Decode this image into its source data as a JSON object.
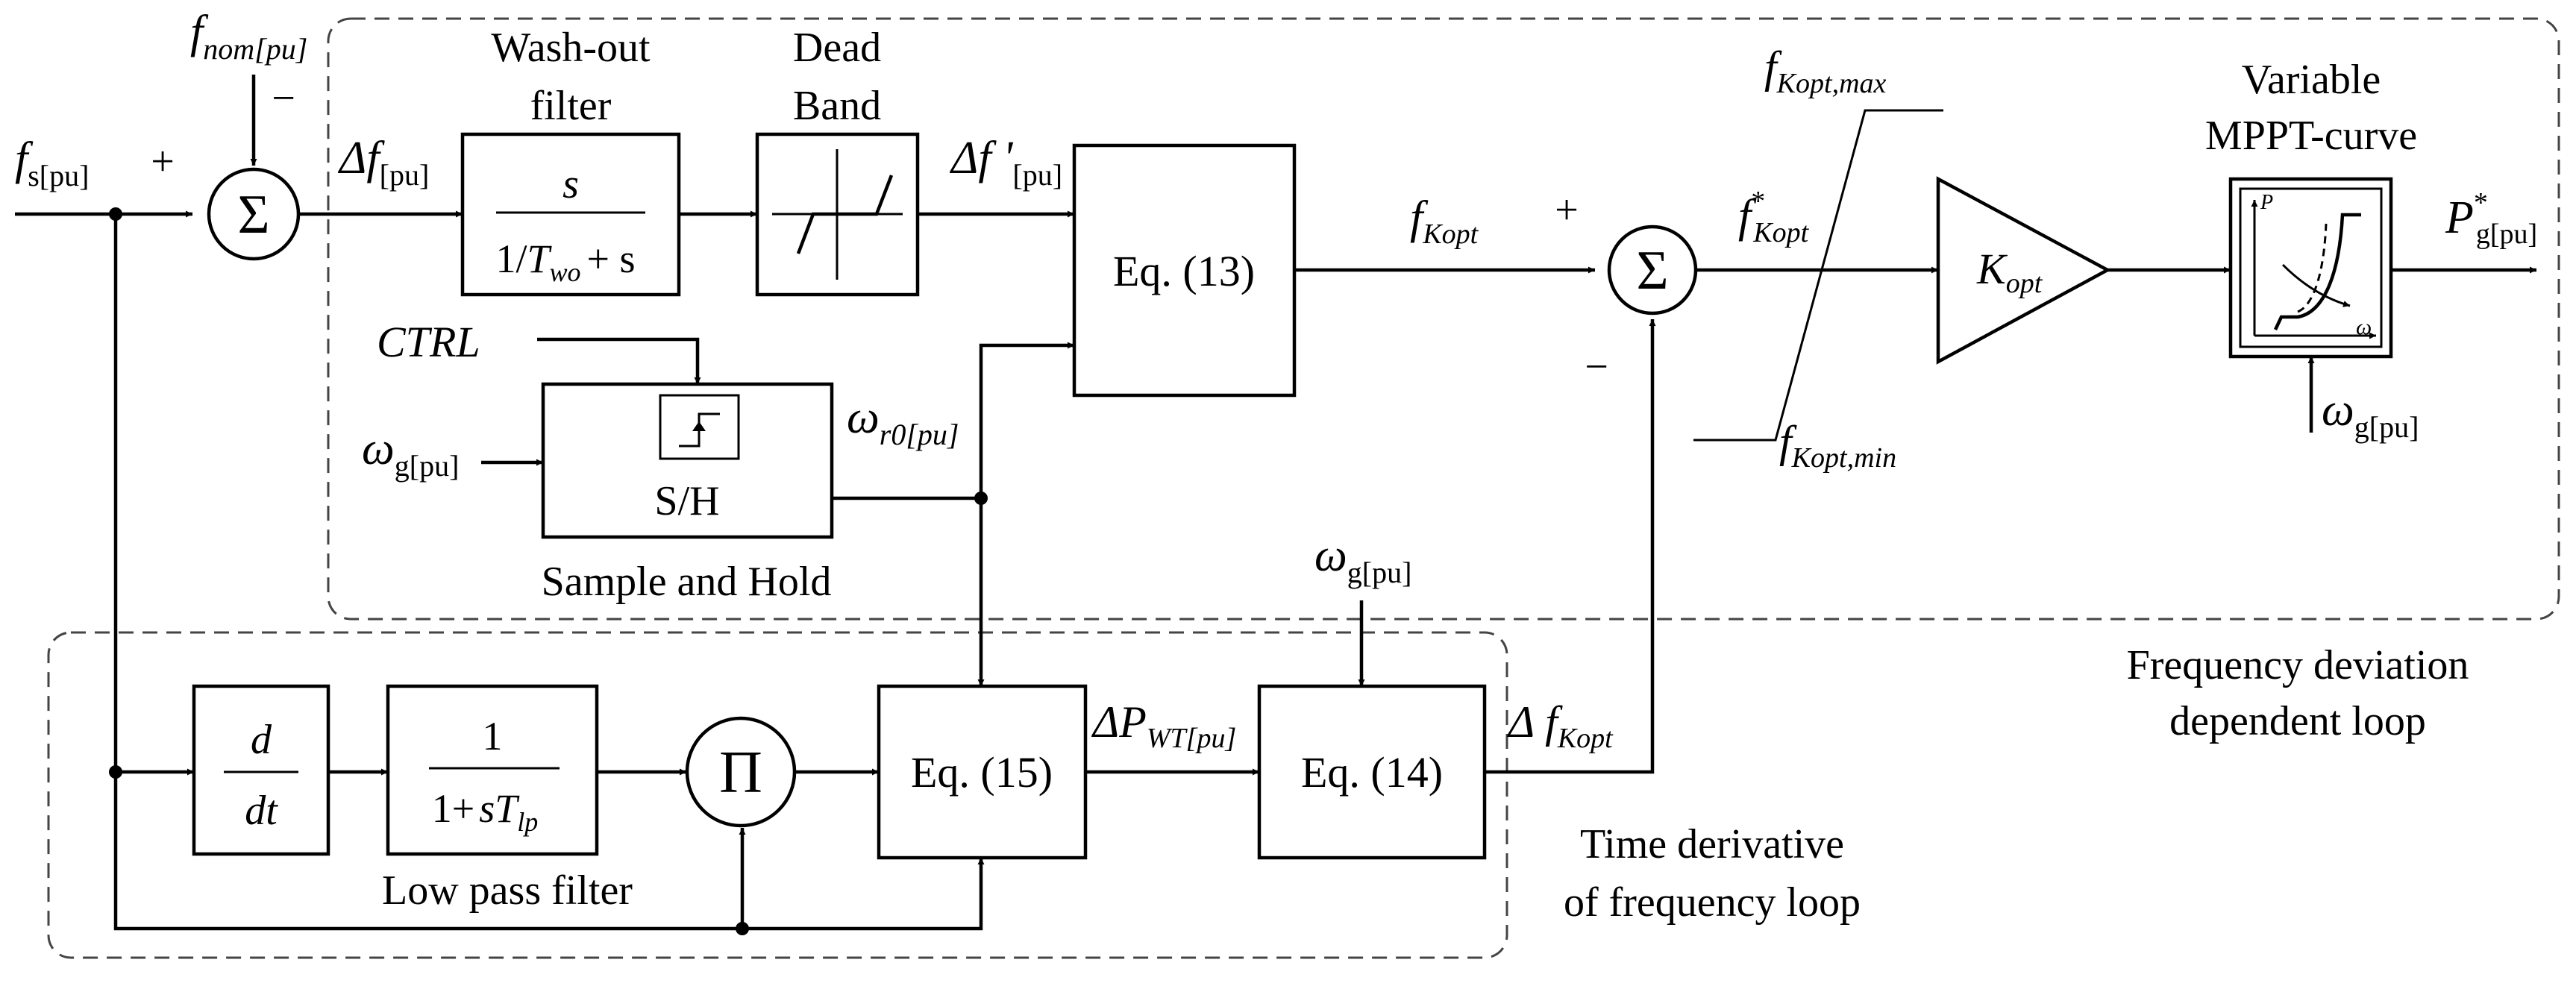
{
  "blocks": {
    "washout_title_1": "Wash-out",
    "washout_title_2": "filter",
    "washout_num": "s",
    "washout_den_a": "1/",
    "washout_den_T": "T",
    "washout_den_sub": "wo",
    "washout_den_b": "+ s",
    "deadband_title_1": "Dead",
    "deadband_title_2": "Band",
    "eq13": "Eq. (13)",
    "eq14": "Eq. (14)",
    "eq15": "Eq. (15)",
    "sh_label": "S/H",
    "sh_caption": "Sample and Hold",
    "kopt_label": "K",
    "kopt_sub": "opt",
    "mppt_title_1": "Variable",
    "mppt_title_2": "MPPT-curve",
    "mppt_axis_p": "P",
    "mppt_axis_w": "ω",
    "deriv_num": "d",
    "deriv_den": "dt",
    "lpf_num": "1",
    "lpf_den_a": "1+",
    "lpf_den_s": "sT",
    "lpf_den_sub": "lp",
    "lpf_caption": "Low pass filter",
    "sum_symbol": "Σ",
    "prod_symbol": "Π"
  },
  "signals": {
    "fs": "f",
    "fs_sub": "s[pu]",
    "fnom": "f",
    "fnom_sub": "nom[pu]",
    "df": "Δf",
    "df_sub": "[pu]",
    "dfp": "Δf '",
    "dfp_sub": "[pu]",
    "ctrl": "CTRL",
    "wg": "ω",
    "wg_sub": "g[pu]",
    "wr0": "ω",
    "wr0_sub": "r0[pu]",
    "fkopt": "f",
    "fkopt_sub": "Kopt",
    "fkopt_star": "f",
    "fkopt_star_sup": "*",
    "fkopt_star_sub": "Kopt",
    "fkopt_max": "f",
    "fkopt_max_sub": "Kopt,max",
    "fkopt_min": "f",
    "fkopt_min_sub": "Kopt,min",
    "pg": "P",
    "pg_sup": "*",
    "pg_sub": "g[pu]",
    "dpwt": "ΔP",
    "dpwt_sub": "WT[pu]",
    "dfkopt": "Δ f",
    "dfkopt_sub": "Kopt",
    "plus": "+",
    "minus": "−"
  },
  "loops": {
    "freq_dev_1": "Frequency deviation",
    "freq_dev_2": "dependent loop",
    "time_der_1": "Time derivative",
    "time_der_2": "of frequency loop"
  }
}
